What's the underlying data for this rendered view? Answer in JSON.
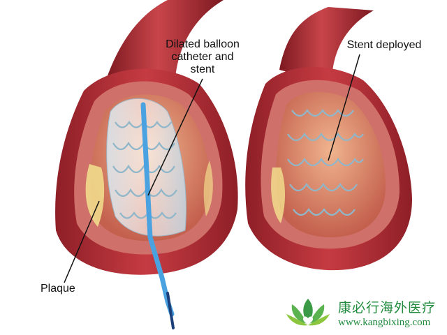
{
  "labels": {
    "balloon": "Dilated balloon\ncatheter and\nstent",
    "stent": "Stent deployed",
    "plaque": "Plaque"
  },
  "brand": {
    "name_cn": "康必行海外医疗",
    "url": "www.kangbixing.com",
    "logo_icon": "lotus-heart-icon",
    "color": "#1f8a3c"
  },
  "colors": {
    "vessel_outer": "#b8323a",
    "vessel_inner": "#c9564f",
    "lumen": "#e8a07c",
    "plaque": "#f1dc8c",
    "stent_wire": "#8fb7c9",
    "catheter": "#4aa3e0"
  }
}
